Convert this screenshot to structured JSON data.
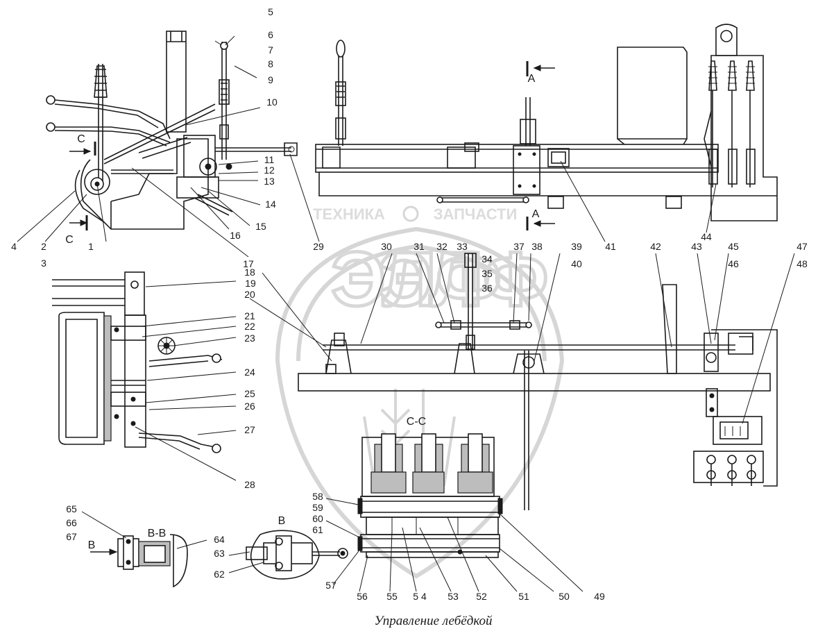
{
  "caption": "Управление лебёдкой",
  "watermark": {
    "left": "ТЕХНИКА",
    "right": "ЗАПЧАСТИ",
    "logo": "ЭЛФ"
  },
  "views": {
    "section_cc": "C-C",
    "section_bb": "B-B",
    "view_b": "B",
    "arrow_b": "B",
    "arrow_c_top": "C",
    "arrow_c_bottom": "C",
    "arrow_a_top": "A",
    "arrow_a_bottom": "A"
  },
  "callouts": [
    "1",
    "2",
    "3",
    "4",
    "5",
    "6",
    "7",
    "8",
    "9",
    "10",
    "11",
    "12",
    "13",
    "14",
    "15",
    "16",
    "17",
    "18",
    "19",
    "20",
    "21",
    "22",
    "23",
    "24",
    "25",
    "26",
    "27",
    "28",
    "29",
    "30",
    "31",
    "32",
    "33",
    "34",
    "35",
    "36",
    "37",
    "38",
    "39",
    "40",
    "41",
    "42",
    "43",
    "44",
    "45",
    "46",
    "47",
    "48",
    "49",
    "50",
    "51",
    "52",
    "53",
    "54",
    "55",
    "56",
    "57",
    "58",
    "59",
    "60",
    "61",
    "62",
    "63",
    "64",
    "65",
    "66",
    "67"
  ],
  "callout_54_text": "5 4"
}
